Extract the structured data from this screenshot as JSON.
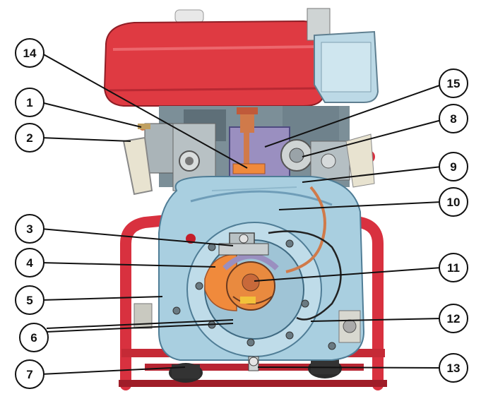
{
  "diagram": {
    "labels": [
      "1",
      "2",
      "3",
      "4",
      "5",
      "6",
      "7",
      "8",
      "9",
      "10",
      "11",
      "12",
      "13",
      "14",
      "15"
    ]
  },
  "colors": {
    "frame_red": "#d8313f",
    "frame_dark": "#9f1d28",
    "tank_red": "#df3a42",
    "body_blue": "#a9cfe0",
    "body_dark": "#6f9db8",
    "engine_grey": "#8f9ea6",
    "metal": "#cfd4d4",
    "dark": "#3a3a3a",
    "orange": "#f08a3c",
    "copper": "#d07a4a",
    "yellow": "#f2c23a",
    "purple": "#9a8fc0"
  }
}
